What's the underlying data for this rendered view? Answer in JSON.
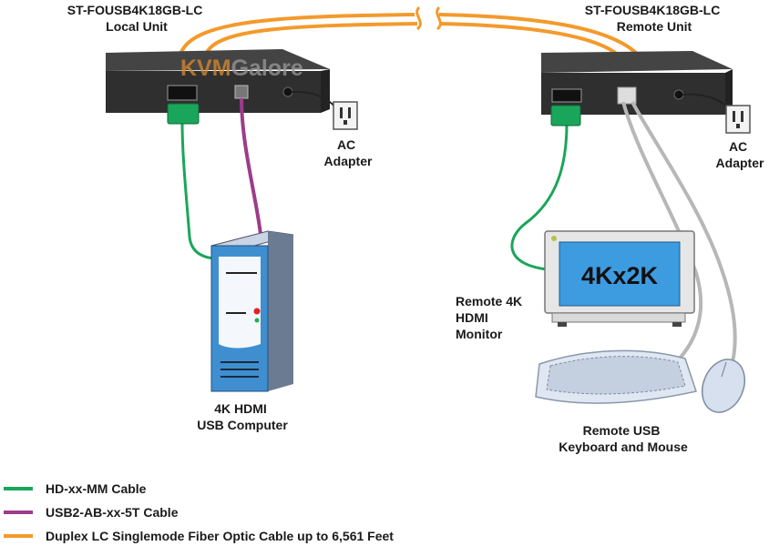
{
  "colors": {
    "hdmi_cable": "#1aa65a",
    "usb_cable": "#9b3c8c",
    "fiber_cable": "#f39a2c",
    "device_dark": "#2f2f2f",
    "device_top": "#444444",
    "monitor_screen": "#3d9be0",
    "computer_body": "#3f8fd0",
    "peripheral_cable": "#b7b7b7"
  },
  "watermark": {
    "part1": "KVM",
    "part2": "Galore"
  },
  "local_unit": {
    "model": "ST-FOUSB4K18GB-LC",
    "role": "Local Unit"
  },
  "remote_unit": {
    "model": "ST-FOUSB4K18GB-LC",
    "role": "Remote Unit"
  },
  "ac_adapter_left": {
    "line1": "AC",
    "line2": "Adapter"
  },
  "ac_adapter_right": {
    "line1": "AC",
    "line2": "Adapter"
  },
  "computer": {
    "line1": "4K HDMI",
    "line2": "USB Computer"
  },
  "monitor": {
    "screen_text": "4Kx2K",
    "line1": "Remote 4K",
    "line2": "HDMI",
    "line3": "Monitor"
  },
  "peripherals": {
    "line1": "Remote USB",
    "line2": "Keyboard and Mouse"
  },
  "legend": [
    {
      "label": "HD-xx-MM Cable",
      "color": "#1aa65a"
    },
    {
      "label": "USB2-AB-xx-5T Cable",
      "color": "#9b3c8c"
    },
    {
      "label": "Duplex LC Singlemode Fiber Optic Cable up to 6,561 Feet",
      "color": "#f39a2c"
    }
  ]
}
